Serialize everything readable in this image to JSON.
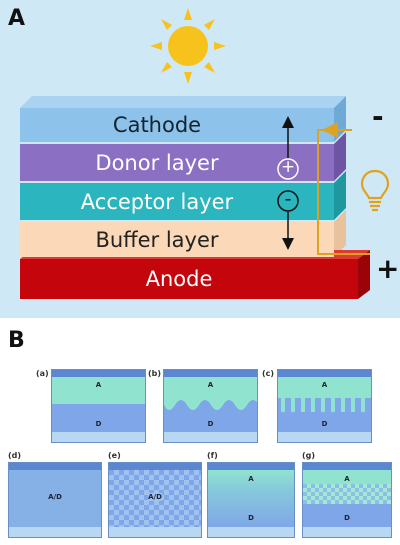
{
  "panel_a": {
    "label": "A",
    "layers": {
      "cathode": "Cathode",
      "donor": "Donor layer",
      "acceptor": "Acceptor layer",
      "buffer": "Buffer layer",
      "anode": "Anode"
    },
    "charges": {
      "positive": "+",
      "negative": "-"
    },
    "terminals": {
      "negative": "-",
      "positive": "+"
    },
    "colors": {
      "background": "#cfe8f6",
      "cathode": "#8dc2ea",
      "donor": "#8b6fc2",
      "acceptor": "#2bb5be",
      "buffer": "#fbd9b8",
      "anode": "#c4060c",
      "sun": "#f7c21c",
      "wire": "#e0a21e"
    },
    "icons": [
      "sun-icon",
      "lightbulb-icon"
    ]
  },
  "panel_b": {
    "label": "B",
    "subfigures": [
      {
        "id": "(a)",
        "top_label": "A",
        "bottom_label": "D"
      },
      {
        "id": "(b)",
        "top_label": "A",
        "bottom_label": "D"
      },
      {
        "id": "(c)",
        "top_label": "A",
        "bottom_label": "D"
      },
      {
        "id": "(d)",
        "center_label": "A/D"
      },
      {
        "id": "(e)",
        "center_label": "A/D"
      },
      {
        "id": "(f)",
        "top_label": "A",
        "bottom_label": "D"
      },
      {
        "id": "(g)",
        "top_label": "A",
        "bottom_label": "D"
      }
    ],
    "colors": {
      "acceptor": "#8fe3cf",
      "donor": "#7fa6e8",
      "electrode_top": "#5b87d0",
      "electrode_bottom": "#b7d7f3"
    }
  }
}
